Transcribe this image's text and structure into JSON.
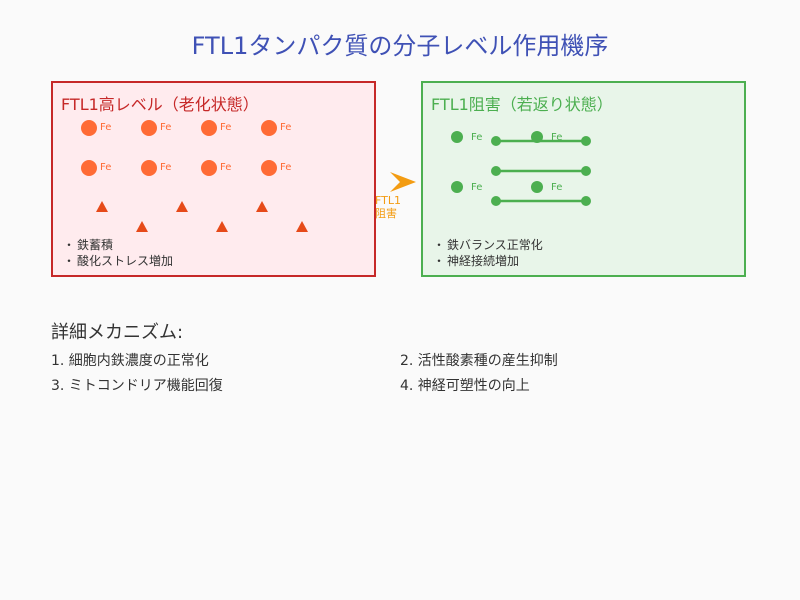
{
  "title": "FTL1タンパク質の分子レベル作用機序",
  "colors": {
    "title": "#3f51b5",
    "left_border": "#c62828",
    "left_fill": "#ffebee",
    "right_border": "#4caf50",
    "right_fill": "#e8f5e9",
    "iron_orange": "#ff6b35",
    "triangle_red": "#e64a19",
    "green": "#4caf50",
    "arrow": "#f39c12"
  },
  "left_panel": {
    "title": "FTL1高レベル（老化状態）",
    "iron_label": "Fe",
    "bullet_mark": "・",
    "bullets": [
      "鉄蓄積",
      "酸化ストレス増加"
    ]
  },
  "right_panel": {
    "title": "FTL1阻害（若返り状態）",
    "iron_label": "Fe",
    "bullet_mark": "・",
    "bullets": [
      "鉄バランス正常化",
      "神経接続増加"
    ]
  },
  "arrow": {
    "label_line1": "FTL1",
    "label_line2": "阻害"
  },
  "mechanism": {
    "heading": "詳細メカニズム:",
    "items": [
      "1. 細胞内鉄濃度の正常化",
      "2. 活性酸素種の産生抑制",
      "3. ミトコンドリア機能回復",
      "4. 神経可塑性の向上"
    ]
  }
}
